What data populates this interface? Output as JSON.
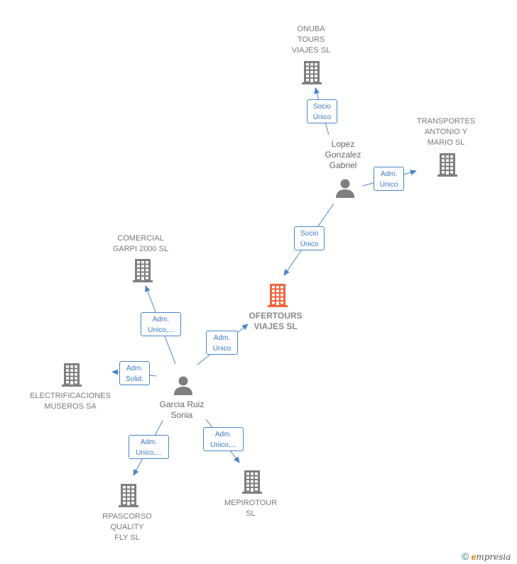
{
  "colors": {
    "edge": "#4a86c8",
    "company": "#7f7f7f",
    "person": "#7f7f7f",
    "main_company": "#f0663a"
  },
  "nodes": {
    "onuba": {
      "type": "company",
      "label": "ONUBA\nTOURS\nVIAJES  SL"
    },
    "transportes": {
      "type": "company",
      "label": "TRANSPORTES\nANTONIO Y\nMARIO SL"
    },
    "lopez": {
      "type": "person",
      "label": "Lopez\nGonzalez\nGabriel"
    },
    "comercial": {
      "type": "company",
      "label": "COMERCIAL\nGARPI 2000  SL"
    },
    "ofertours": {
      "type": "main_company",
      "label": "OFERTOURS\nVIAJES  SL"
    },
    "electrificaciones": {
      "type": "company",
      "label": "ELECTRIFICACIONES\nMUSEROS SA"
    },
    "garcia": {
      "type": "person",
      "label": "Garcia Ruiz\nSonia"
    },
    "rpascorso": {
      "type": "company",
      "label": "RPASCORSO\nQUALITY\nFLY  SL"
    },
    "mepirotour": {
      "type": "company",
      "label": "MEPIROTOUR\nSL"
    }
  },
  "edges": {
    "lopez_onuba": {
      "label": "Socio\nÚnico"
    },
    "lopez_transportes": {
      "label": "Adm.\nUnico"
    },
    "lopez_ofertours": {
      "label": "Socio\nÚnico"
    },
    "garcia_comercial": {
      "label": "Adm.\nUnico,..."
    },
    "garcia_ofertours": {
      "label": "Adm.\nUnico"
    },
    "garcia_electrificaciones": {
      "label": "Adm.\nSolid."
    },
    "garcia_rpascorso": {
      "label": "Adm.\nUnico,..."
    },
    "garcia_mepirotour": {
      "label": "Adm.\nUnico,..."
    }
  },
  "brand": {
    "copyright": "©",
    "name_first": "e",
    "name_rest": "mpresia"
  }
}
